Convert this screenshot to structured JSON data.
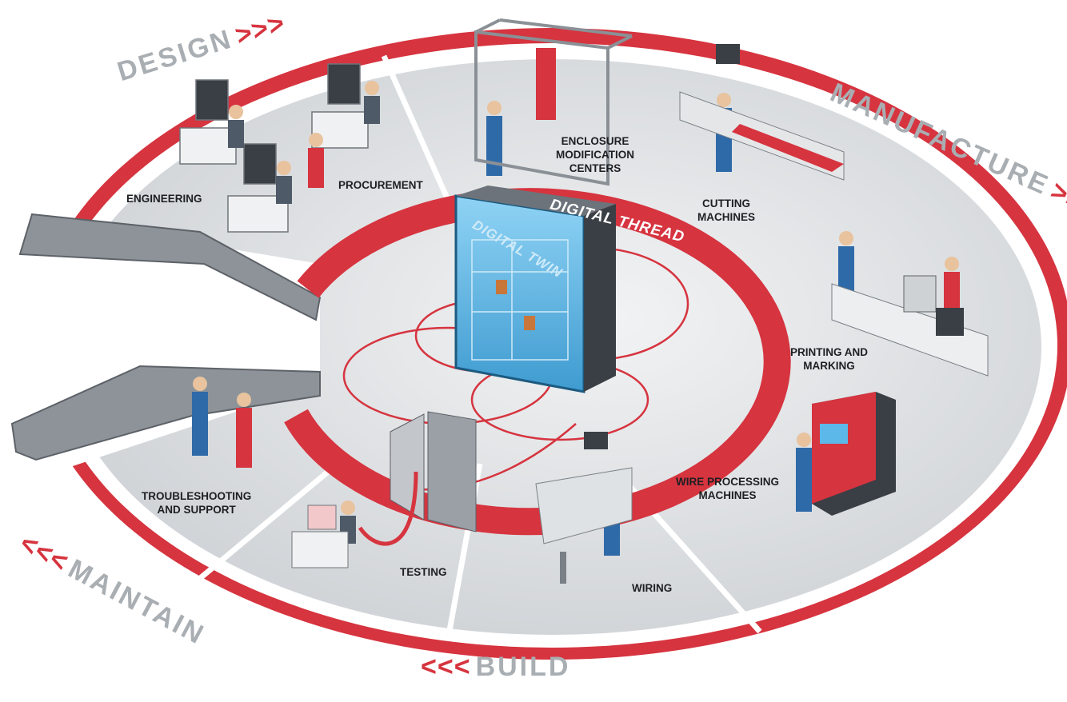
{
  "phases": {
    "design": {
      "label": "DESIGN",
      "arrows": ">>>"
    },
    "manufacture": {
      "label": "MANUFACTURE",
      "arrows": ">>>"
    },
    "build": {
      "label": "BUILD",
      "arrows": "<<<"
    },
    "maintain": {
      "label": "MAINTAIN",
      "arrows": "<<<"
    }
  },
  "stations": {
    "engineering": "ENGINEERING",
    "procurement": "PROCUREMENT",
    "enclosure": "ENCLOSURE\nMODIFICATION\nCENTERS",
    "cutting": "CUTTING\nMACHINES",
    "printing": "PRINTING AND\nMARKING",
    "wire_processing": "WIRE PROCESSING\nMACHINES",
    "wiring": "WIRING",
    "testing": "TESTING",
    "troubleshooting": "TROUBLESHOOTING\nAND SUPPORT"
  },
  "center": {
    "ring_title": "DIGITAL THREAD",
    "cabinet_title": "DIGITAL TWIN"
  },
  "colors": {
    "accent_red": "#d6343f",
    "floor_gray": "#d9dcdf",
    "phase_gray": "#a9aeb3",
    "twin_blue": "#5cb8e8",
    "cabinet_dark": "#3a3f45"
  }
}
